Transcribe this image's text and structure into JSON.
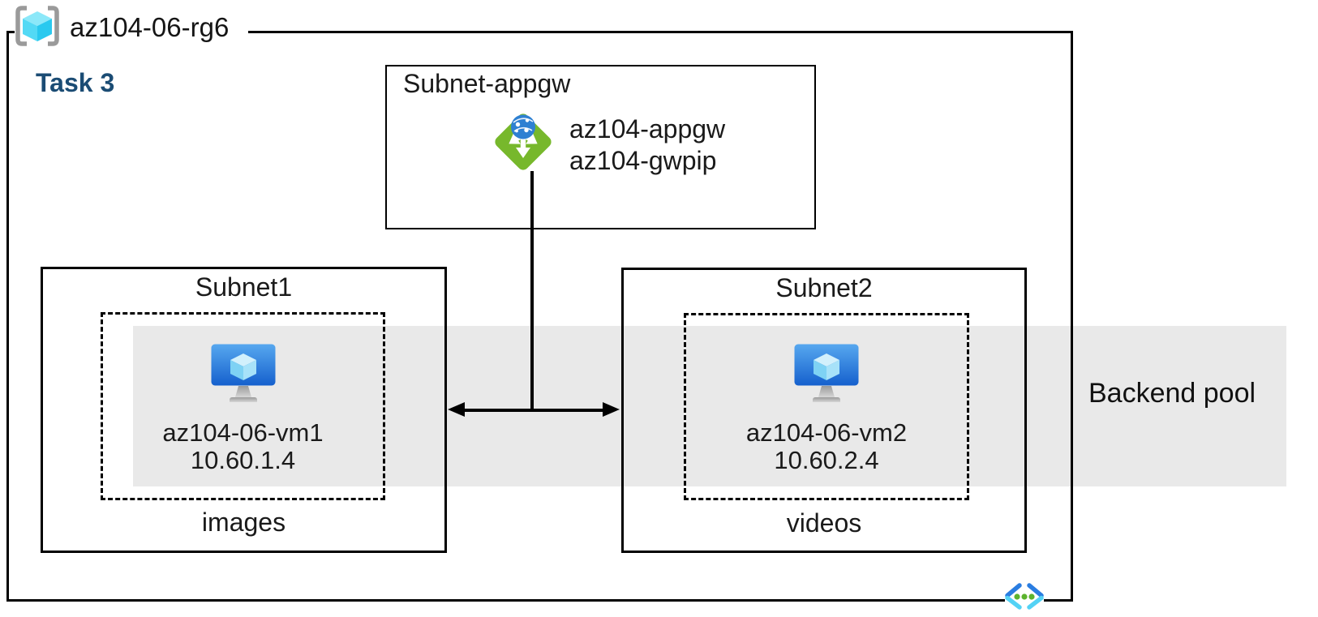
{
  "diagram": {
    "resource_group": {
      "label": "az104-06-rg6"
    },
    "task_label": "Task 3",
    "appgw_subnet": {
      "label": "Subnet-appgw",
      "gateway_name": "az104-appgw",
      "public_ip_name": "az104-gwpip"
    },
    "subnet1": {
      "label": "Subnet1",
      "vm_name": "az104-06-vm1",
      "vm_ip": "10.60.1.4",
      "caption": "images"
    },
    "subnet2": {
      "label": "Subnet2",
      "vm_name": "az104-06-vm2",
      "vm_ip": "10.60.2.4",
      "caption": "videos"
    },
    "backend_pool": {
      "label": "Backend pool"
    },
    "icons": {
      "resource_group": "resource-group-icon",
      "application_gateway": "application-gateway-icon",
      "virtual_machine": "virtual-machine-icon",
      "virtual_network": "virtual-network-icon"
    },
    "colors": {
      "task_text": "#1b4c74",
      "backend_band": "#e9e9e9",
      "appgw_green": "#77b82c",
      "appgw_globe_blue": "#2e80d2",
      "vm_screen_top": "#57a8ef",
      "vm_screen_bottom": "#1560cd",
      "vm_cube_cyan": "#7ed2f4",
      "rg_cube_cyan": "#2ac9ef",
      "bracket_gray": "#9a9a9a",
      "vnet_dark_blue": "#2a7de1",
      "vnet_light_cyan": "#53d2f5",
      "vnet_dot_green": "#5cb32e",
      "line_black": "#000000"
    }
  }
}
